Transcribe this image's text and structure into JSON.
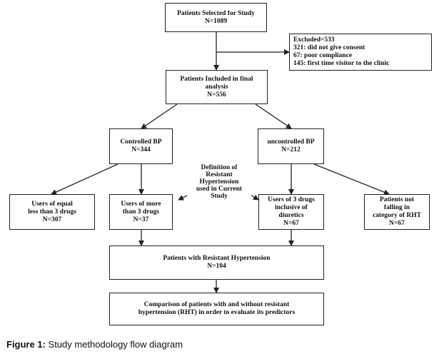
{
  "boxes": {
    "selected": [
      "Patients Selected for Study",
      "N=1089"
    ],
    "excluded": [
      "Excluded=533",
      "321: did not give consent",
      "67: poor compliance",
      "145: first time visitor to the clinic"
    ],
    "included": [
      "Patients Included in final",
      "analysis",
      "N=556"
    ],
    "controlled": [
      "Controlled BP",
      "N=344"
    ],
    "uncontrolled": [
      "uncontrolled BP",
      "N=212"
    ],
    "definition": [
      "Definition of",
      "Resistant",
      "Hypertension",
      "used in Current",
      "Study"
    ],
    "users_less3": [
      "Users of  equal",
      "less than 3 drugs",
      "N=307"
    ],
    "users_more3": [
      "Users of more",
      "than 3 drugs",
      "N=37"
    ],
    "users_3diuretic": [
      "Users of 3 drugs",
      "inclusive of",
      "diuretics",
      "N=67"
    ],
    "not_falling": [
      "Patients not",
      "falling in",
      "category of RHT",
      "N=67"
    ],
    "resistant": [
      "Patients with Resistant Hypertension",
      "N=104"
    ],
    "comparison": [
      "Comparison of patients with and without resistant",
      "hypertension (RHT) in order to evaluate its predictors"
    ]
  },
  "caption": {
    "label": "Figure 1:",
    "text": " Study methodology flow diagram"
  }
}
